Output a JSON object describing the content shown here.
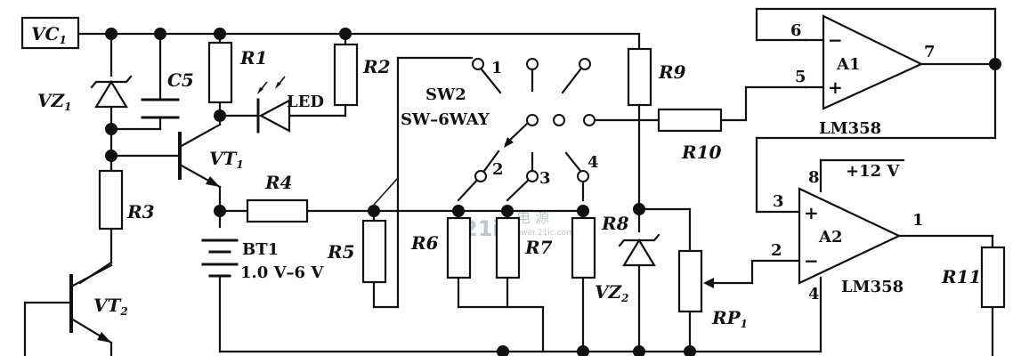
{
  "labels": {
    "vc1": "VC",
    "vc1_sub": "1",
    "vz1": "VZ",
    "vz1_sub": "1",
    "c5": "C5",
    "r1": "R1",
    "led": "LED",
    "r2": "R2",
    "vt1": "VT",
    "vt1_sub": "1",
    "r3": "R3",
    "r4": "R4",
    "bt1": "BT1",
    "bt1_range": "1.0 V–6 V",
    "r5": "R5",
    "vt2": "VT",
    "vt2_sub": "2",
    "sw2": "SW2",
    "sw_6way": "SW–6WAY",
    "r6": "R6",
    "r7": "R7",
    "vz2": "VZ",
    "vz2_sub": "2",
    "r8": "R8",
    "r9": "R9",
    "r10": "R10",
    "rp1": "RP",
    "rp1_sub": "1",
    "a1": "A1",
    "a1_part": "LM358",
    "a2": "A2",
    "a2_part": "LM358",
    "r11": "R11",
    "supply": "+12 V"
  },
  "switch_positions": {
    "p1": "1",
    "p2": "2",
    "p3": "3",
    "p4": "4"
  },
  "pins": {
    "a1_inv": "6",
    "a1_noninv": "5",
    "a1_out": "7",
    "a2_noninv": "3",
    "a2_inv": "2",
    "a2_out": "1",
    "a2_vcc": "8",
    "a2_gnd": "4",
    "a1_minus": "−",
    "a1_plus": "+",
    "a2_minus": "−",
    "a2_plus": "+"
  },
  "watermark": {
    "logo": "21ic",
    "cn": "电 源",
    "url": "power.21ic.com"
  }
}
